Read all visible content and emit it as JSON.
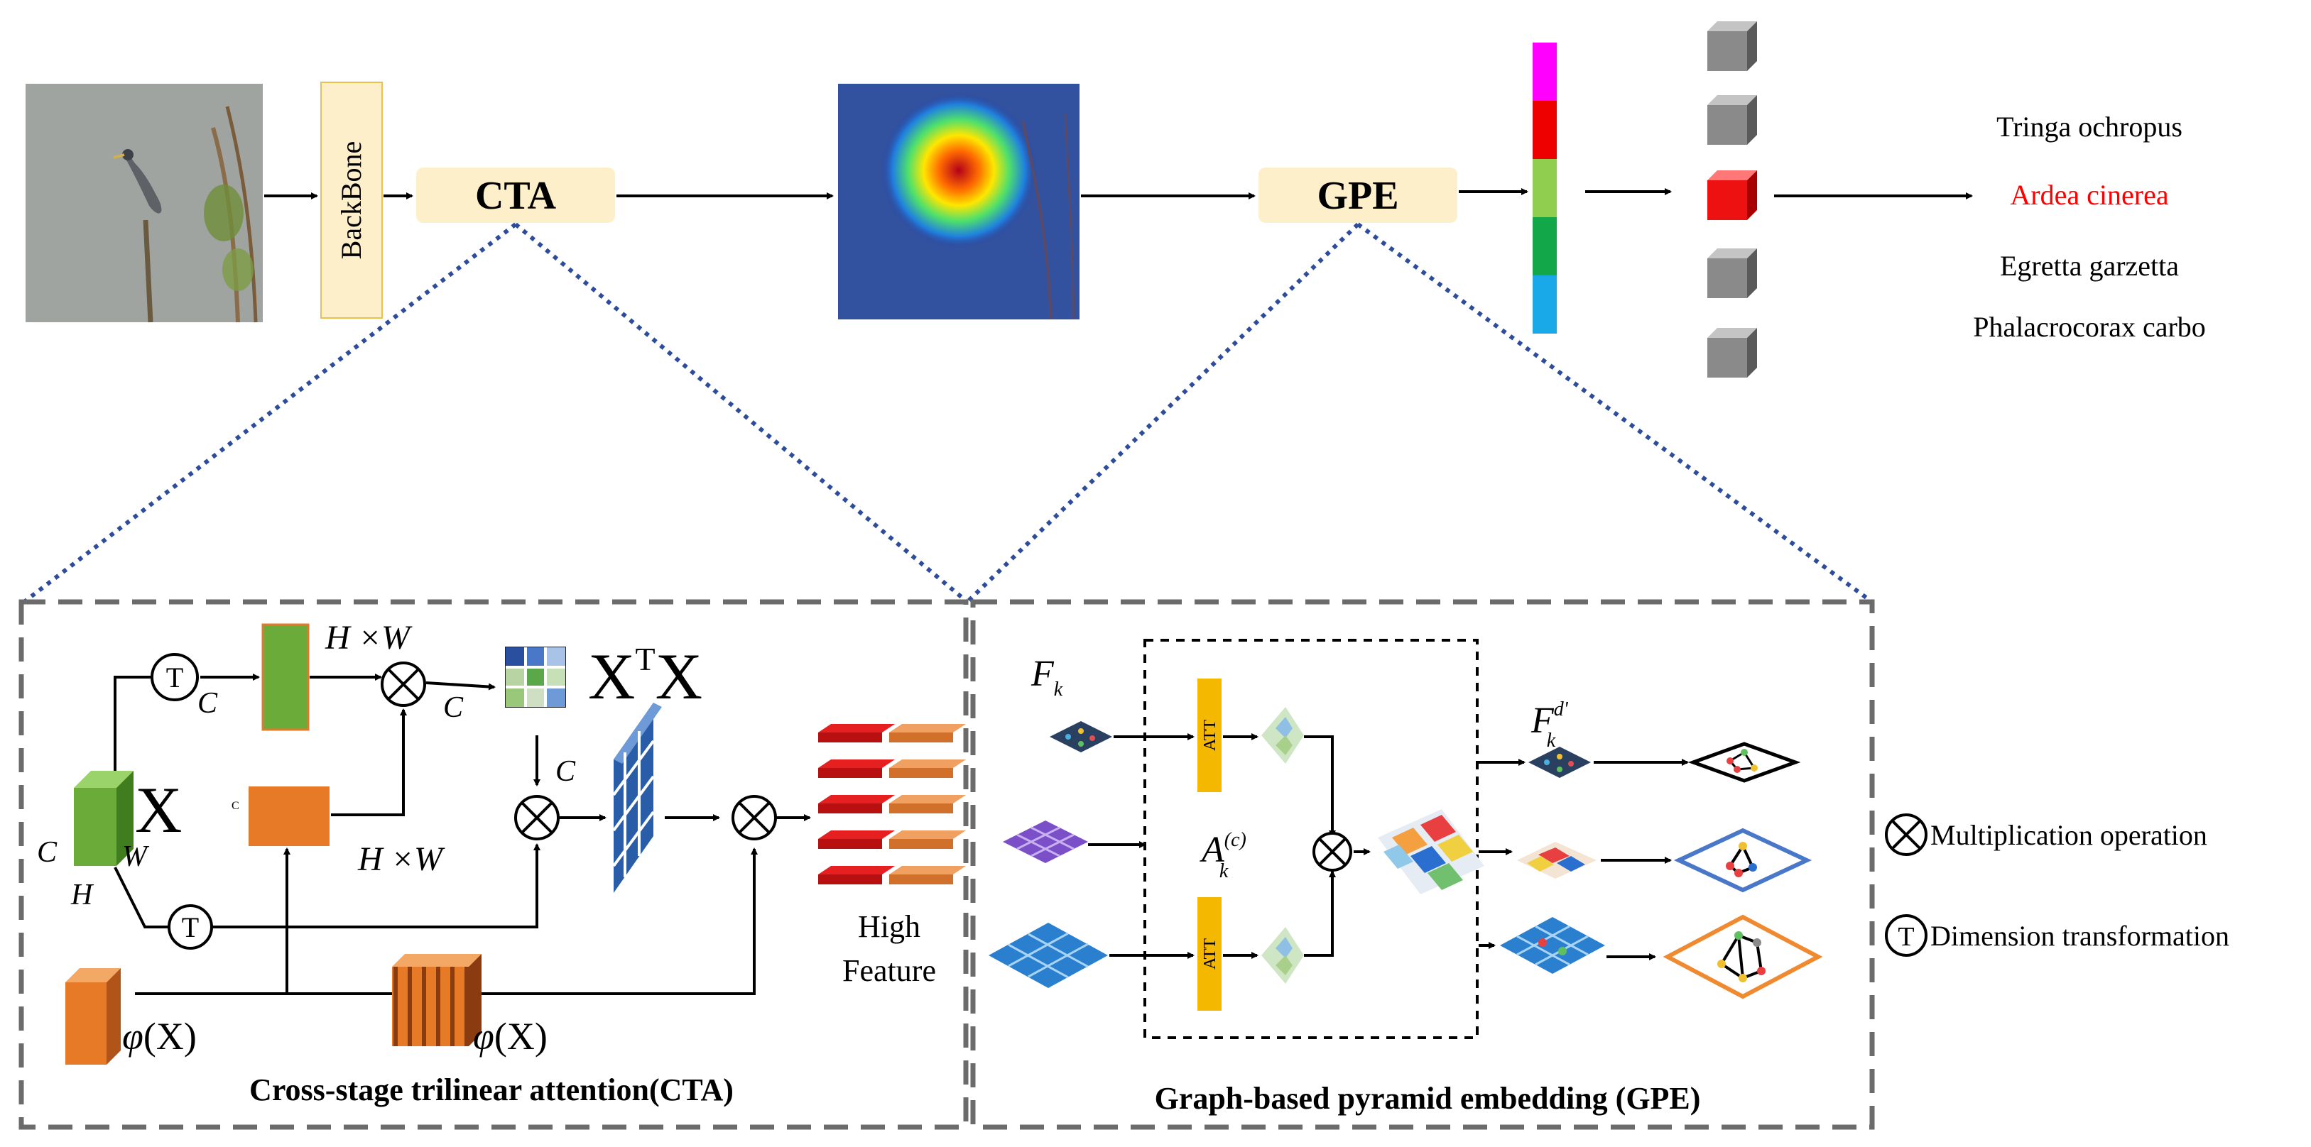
{
  "top": {
    "backbone_label": "BackBone",
    "cta_label": "CTA",
    "gpe_label": "GPE",
    "feature_bar_colors": [
      "#ff00ff",
      "#ee0000",
      "#8fce4f",
      "#12a84a",
      "#19a9e8"
    ],
    "classes": [
      {
        "label": "Tringa ochropus",
        "color": "#000000",
        "selected": false
      },
      {
        "label": "Ardea cinerea",
        "color": "#ff0000",
        "selected": true
      },
      {
        "label": "Egretta garzetta",
        "color": "#000000",
        "selected": false
      },
      {
        "label": "Phalacrocorax carbo",
        "color": "#000000",
        "selected": false
      }
    ]
  },
  "cta": {
    "title": "Cross-stage trilinear attention(CTA)",
    "t_symbol": "T",
    "x_label": "X",
    "xtx_base": "X",
    "xtx_sup": "T",
    "xtx_tail": "X",
    "c_label": "C",
    "h_label": "H",
    "w_label": "W",
    "hw_label": "H ×W",
    "phi_symbol": "φ",
    "phi_arg": "(X)",
    "high_label": "High",
    "feature_label": "Feature"
  },
  "gpe": {
    "title": "Graph-based pyramid embedding (GPE)",
    "att_label": "ATT",
    "fk_base": "F",
    "fk_sub": "k",
    "fk_sup": "d'",
    "ak_base": "A",
    "ak_sub": "k",
    "ak_sup": "(c)"
  },
  "legend": {
    "multiplication": "Multiplication operation",
    "dimension": "Dimension transformation"
  }
}
